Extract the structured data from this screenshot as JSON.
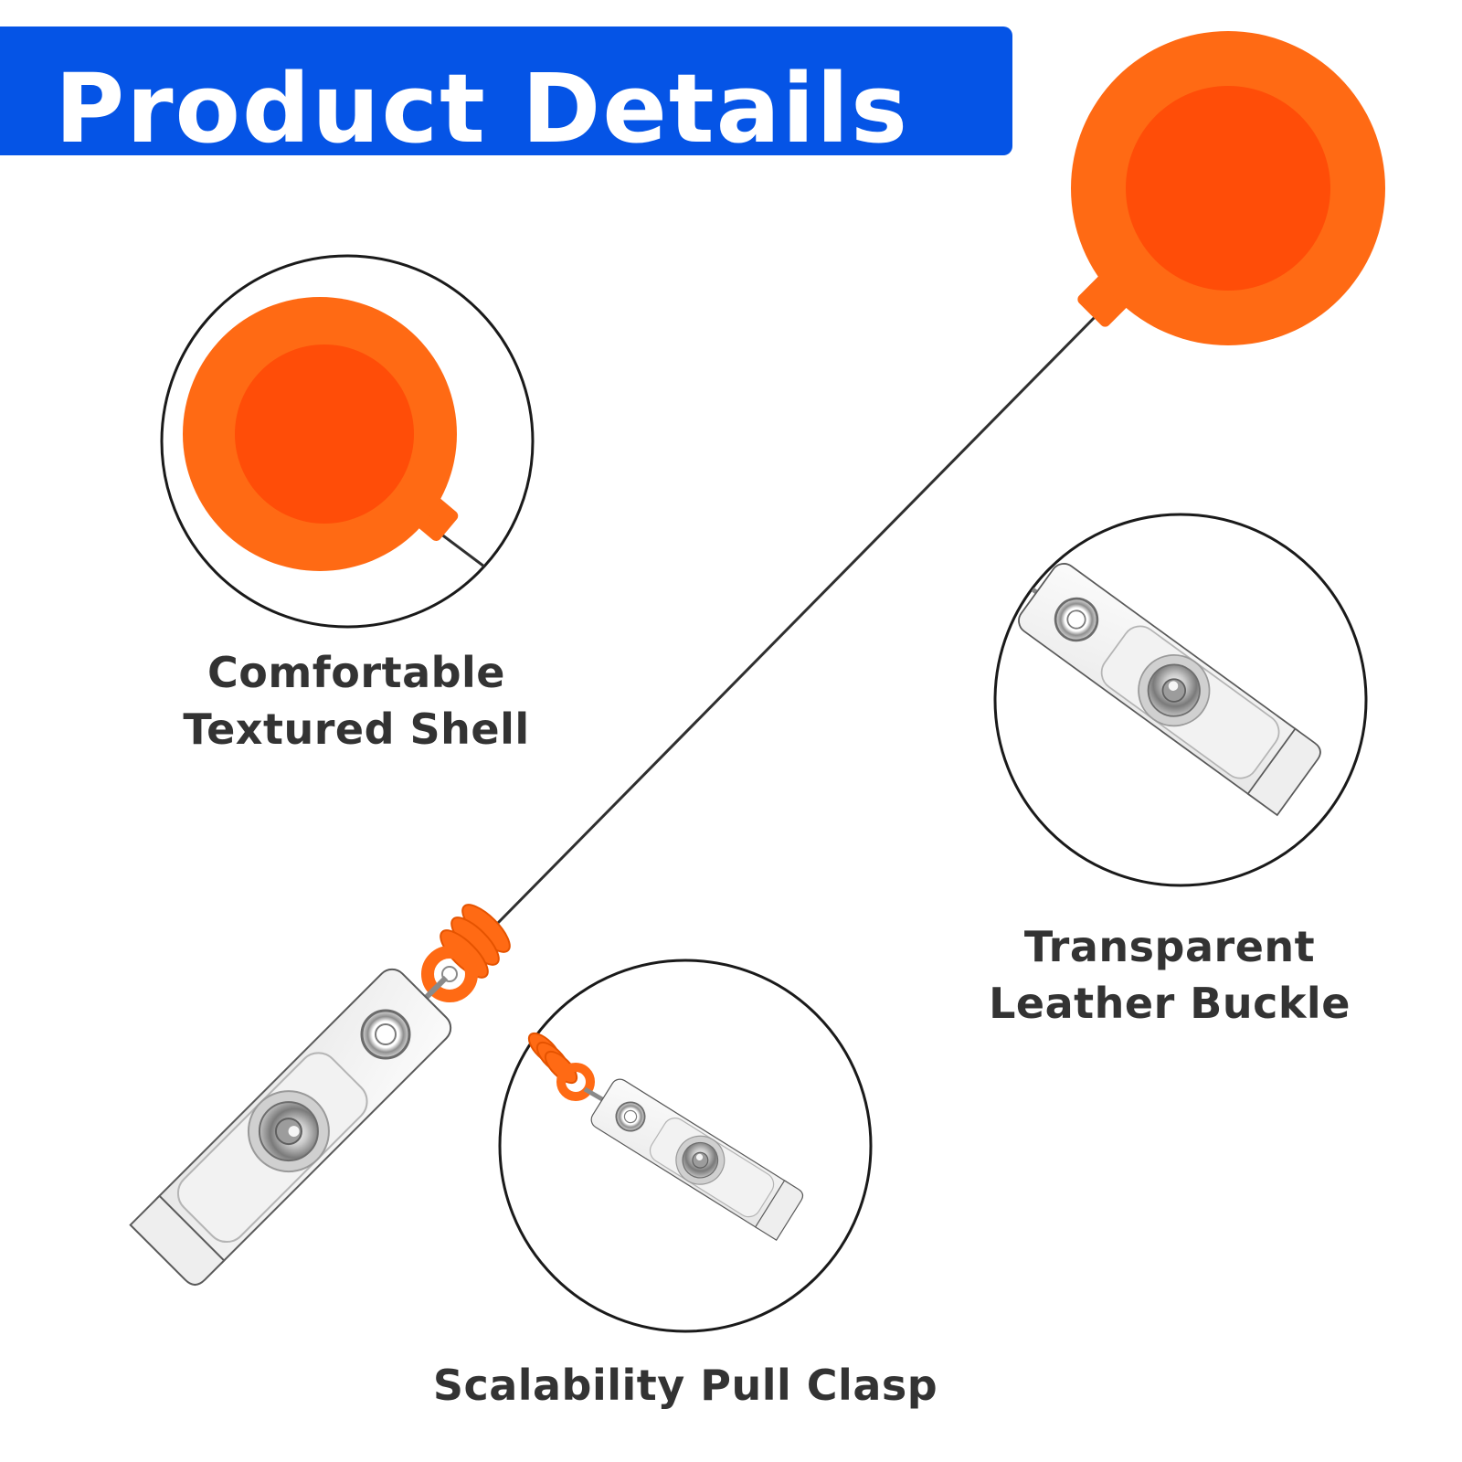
{
  "banner": {
    "title": "Product Details",
    "color": "#0554e6"
  },
  "features": {
    "shell": {
      "line1": "Comfortable",
      "line2": "Textured Shell"
    },
    "buckle": {
      "line1": "Transparent",
      "line2": "Leather Buckle"
    },
    "clasp": {
      "line1": "Scalability Pull Clasp"
    }
  },
  "colors": {
    "reel_orange": "#ff6a14",
    "reel_inner": "#ff4d08",
    "text_dark": "#333333"
  }
}
